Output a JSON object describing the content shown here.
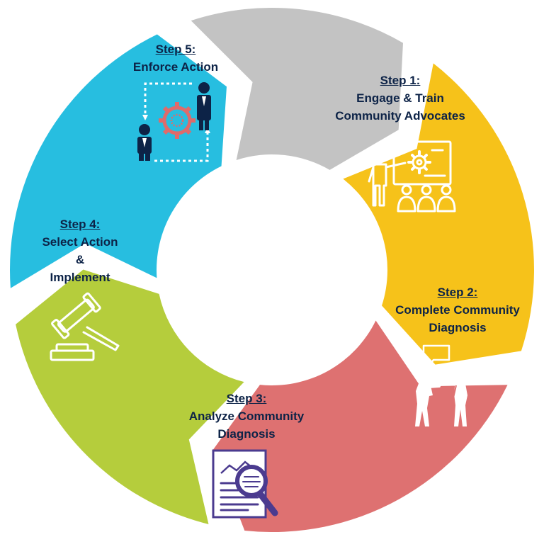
{
  "steps": [
    {
      "id": "step1",
      "title": "Step 1:",
      "lines": [
        "Engage & Train",
        "Community Advocates"
      ],
      "color": "#f6c21a",
      "icon": "presentation-icon"
    },
    {
      "id": "step2",
      "title": "Step 2:",
      "lines": [
        "Complete Community",
        "Diagnosis"
      ],
      "color": "#de7171",
      "icon": "conversation-icon"
    },
    {
      "id": "step3",
      "title": "Step 3:",
      "lines": [
        "Analyze Community",
        "Diagnosis"
      ],
      "color": "#b5cd3c",
      "icon": "document-magnifier-icon"
    },
    {
      "id": "step4",
      "title": "Step 4:",
      "lines": [
        "Select Action",
        "&",
        "Implement"
      ],
      "color": "#27bee0",
      "icon": "gavel-icon"
    },
    {
      "id": "step5",
      "title": "Step 5:",
      "lines": [
        "Enforce Action"
      ],
      "color": "#c3c3c3",
      "icon": "people-gear-cycle-icon"
    }
  ],
  "colors": {
    "navy": "#0d2347",
    "background": "#ffffff",
    "center": "#ffffff",
    "icon_light": "#ffffff",
    "gear_red": "#de6b6b"
  }
}
